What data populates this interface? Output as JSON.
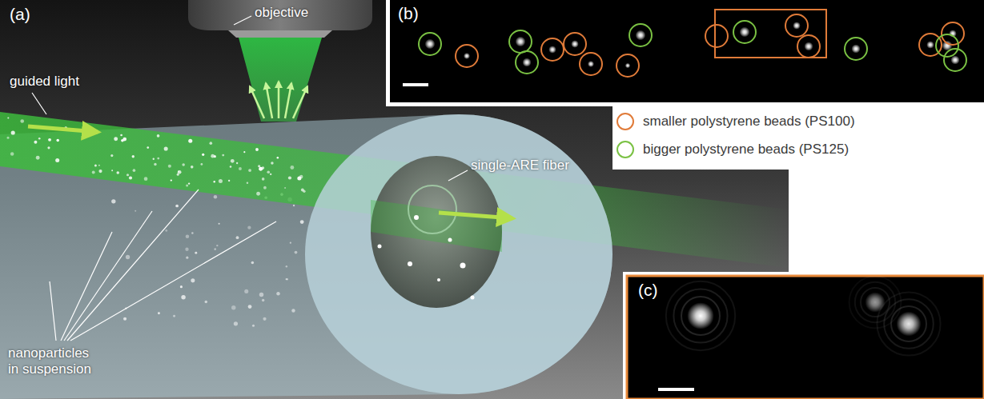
{
  "diagram": {
    "nodes": [
      {
        "text": [
          "(a)"
        ]
      },
      {
        "text": [
          "(b)"
        ]
      },
      {
        "text": [
          "(c)"
        ]
      }
    ],
    "labels": [
      "objective",
      "guided light",
      "single-ARE fiber",
      "nanoparticles in suspension"
    ],
    "legend": [
      {
        "text": "smaller polystyrene beads (PS100)",
        "color": "#e07b39"
      },
      {
        "text": "bigger polystyrene beads (PS125)",
        "color": "#7ac143"
      }
    ]
  }
}
